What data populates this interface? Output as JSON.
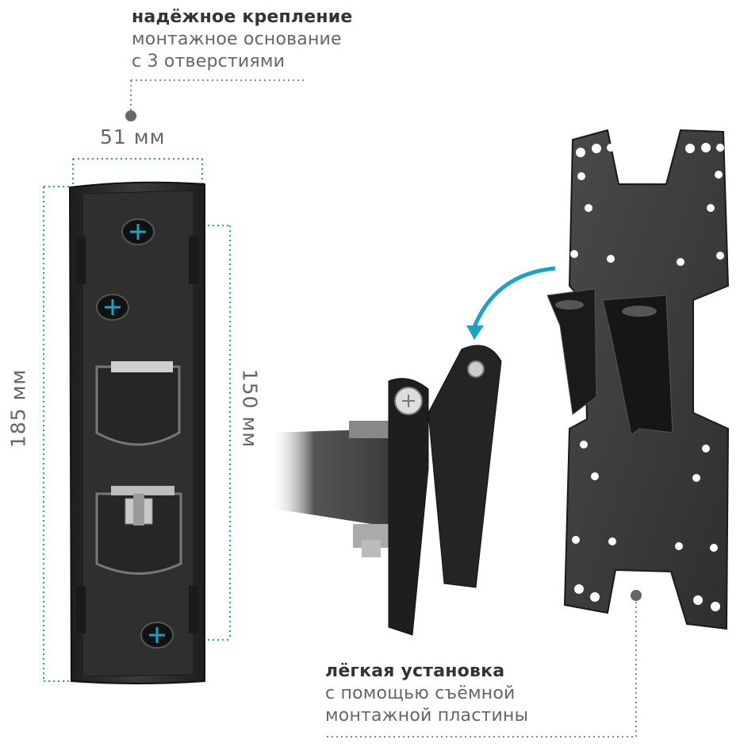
{
  "top_caption": {
    "title": "надёжное крепление",
    "line1": "монтажное основание",
    "line2": "с 3 отверстиями"
  },
  "bottom_caption": {
    "title": "лёгкая установка",
    "line1": "с помощью съёмной",
    "line2": "монтажной пластины"
  },
  "dimensions": {
    "width": "51 мм",
    "height": "185 мм",
    "hole_spacing": "150 мм"
  },
  "colors": {
    "accent": "#1aa3c4",
    "metal": "#2b2b2b",
    "dotted": "#888888"
  }
}
